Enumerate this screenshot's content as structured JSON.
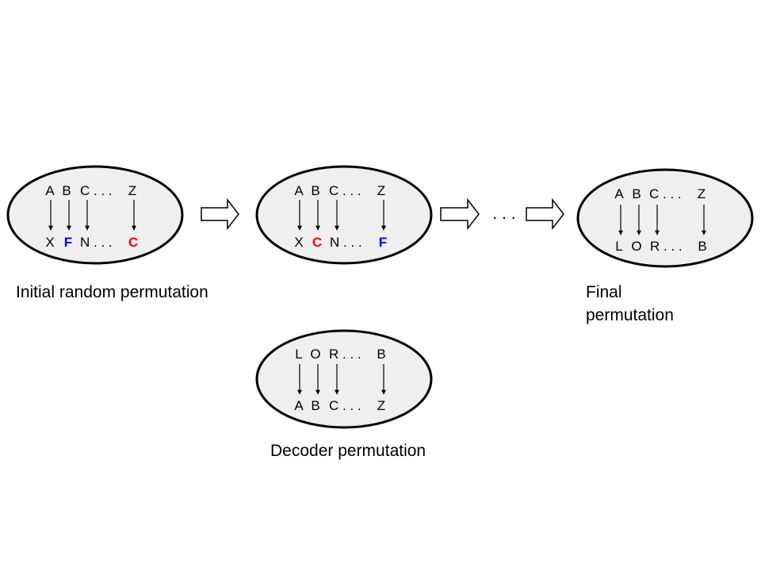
{
  "colors": {
    "ellipse_fill": "#efefef",
    "highlight_blue": "#0000ff",
    "highlight_red": "#ff0000"
  },
  "ellipses": [
    {
      "id": "initial",
      "top": [
        {
          "text": "A"
        },
        {
          "text": "B"
        },
        {
          "text": "C . . ."
        },
        {
          "text": "Z"
        }
      ],
      "bottom": [
        {
          "text": "X"
        },
        {
          "text": "F",
          "color": "#0000ff",
          "bold": true
        },
        {
          "text": "N . . ."
        },
        {
          "text": "C",
          "color": "#ff0000",
          "bold": true
        }
      ]
    },
    {
      "id": "intermediate",
      "top": [
        {
          "text": "A"
        },
        {
          "text": "B"
        },
        {
          "text": "C . . ."
        },
        {
          "text": "Z"
        }
      ],
      "bottom": [
        {
          "text": "X"
        },
        {
          "text": "C",
          "color": "#ff0000",
          "bold": true
        },
        {
          "text": "N . . ."
        },
        {
          "text": "F",
          "color": "#0000ff",
          "bold": true
        }
      ]
    },
    {
      "id": "final",
      "top": [
        {
          "text": "A"
        },
        {
          "text": "B"
        },
        {
          "text": "C . . ."
        },
        {
          "text": "Z"
        }
      ],
      "bottom": [
        {
          "text": "L"
        },
        {
          "text": "O"
        },
        {
          "text": "R . . ."
        },
        {
          "text": "B"
        }
      ]
    },
    {
      "id": "decoder",
      "top": [
        {
          "text": "L"
        },
        {
          "text": "O"
        },
        {
          "text": "R . . ."
        },
        {
          "text": "B"
        }
      ],
      "bottom": [
        {
          "text": "A"
        },
        {
          "text": "B"
        },
        {
          "text": "C . . ."
        },
        {
          "text": "Z"
        }
      ]
    }
  ],
  "ellipsis_between": ". . .",
  "captions": {
    "initial": "Initial random permutation",
    "final_line1": "Final",
    "final_line2": "permutation",
    "decoder": "Decoder permutation"
  }
}
